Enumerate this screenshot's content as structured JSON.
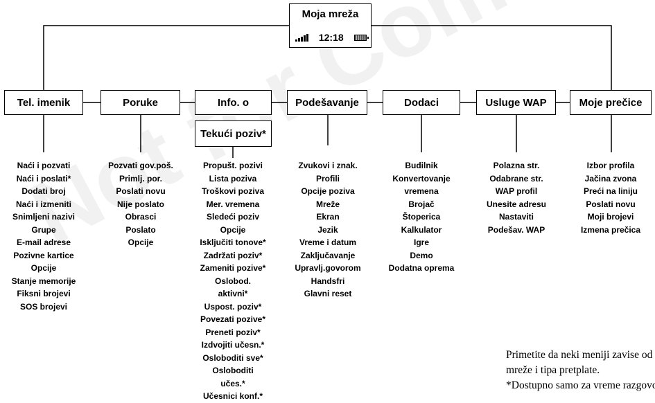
{
  "watermark": "Not for Commercial Use",
  "phone": {
    "title": "Moja mreža",
    "time": "12:18",
    "signal_icon": "signal-bars-icon",
    "battery_icon": "battery-icon"
  },
  "menus": [
    {
      "title": "Tel. imenik",
      "items": [
        "Naći i pozvati",
        "Naći i poslati*",
        "Dodati broj",
        "Naći i izmeniti",
        "Snimljeni nazivi",
        "Grupe",
        "E-mail adrese",
        "Pozivne kartice",
        "Opcije",
        "Stanje memorije",
        "Fiksni brojevi",
        "SOS brojevi"
      ]
    },
    {
      "title": "Poruke",
      "items": [
        "Pozvati gov.poš.",
        "Primlj. por.",
        "Poslati novu",
        "Nije poslato",
        "Obrasci",
        "Poslato",
        "Opcije"
      ]
    },
    {
      "title": "Info. o",
      "sub": "Tekući poziv*",
      "items": [
        "Propušt. pozivi",
        "Lista poziva",
        "Troškovi poziva",
        "Mer. vremena",
        "Sledeći poziv",
        "Opcije",
        "Isključiti tonove*",
        "Zadržati poziv*",
        "Zameniti pozive*",
        "Oslobod.",
        "aktivni*",
        "Uspost. poziv*",
        "Povezati pozive*",
        "Preneti poziv*",
        "Izdvojiti učesn.*",
        "Osloboditi sve*",
        "Osloboditi",
        "učes.*",
        "Učesnici konf.*"
      ]
    },
    {
      "title": "Podešavanje",
      "items": [
        "Zvukovi i znak.",
        "Profili",
        "Opcije poziva",
        "Mreže",
        "Ekran",
        "Jezik",
        "Vreme i datum",
        "Zaključavanje",
        "Upravlj.govorom",
        "Handsfri",
        "Glavni reset"
      ]
    },
    {
      "title": "Dodaci",
      "items": [
        "Budilnik",
        "Konvertovanje",
        "vremena",
        "Brojač",
        "Štoperica",
        "Kalkulator",
        "Igre",
        "Demo",
        "Dodatna oprema"
      ]
    },
    {
      "title": "Usluge WAP",
      "items": [
        "Polazna str.",
        "Odabrane str.",
        "WAP profil",
        "Unesite adresu",
        "Nastaviti",
        "Podešav. WAP"
      ]
    },
    {
      "title": "Moje prečice",
      "items": [
        "Izbor profila",
        "Jačina zvona",
        "Preći na liniju",
        "Poslati novu",
        "Moji brojevi",
        "Izmena prečica"
      ]
    }
  ],
  "note": [
    "Primetite da neki meniji zavise od",
    "mreže i tipa pretplate.",
    "*Dostupno samo za vreme razgovora."
  ]
}
